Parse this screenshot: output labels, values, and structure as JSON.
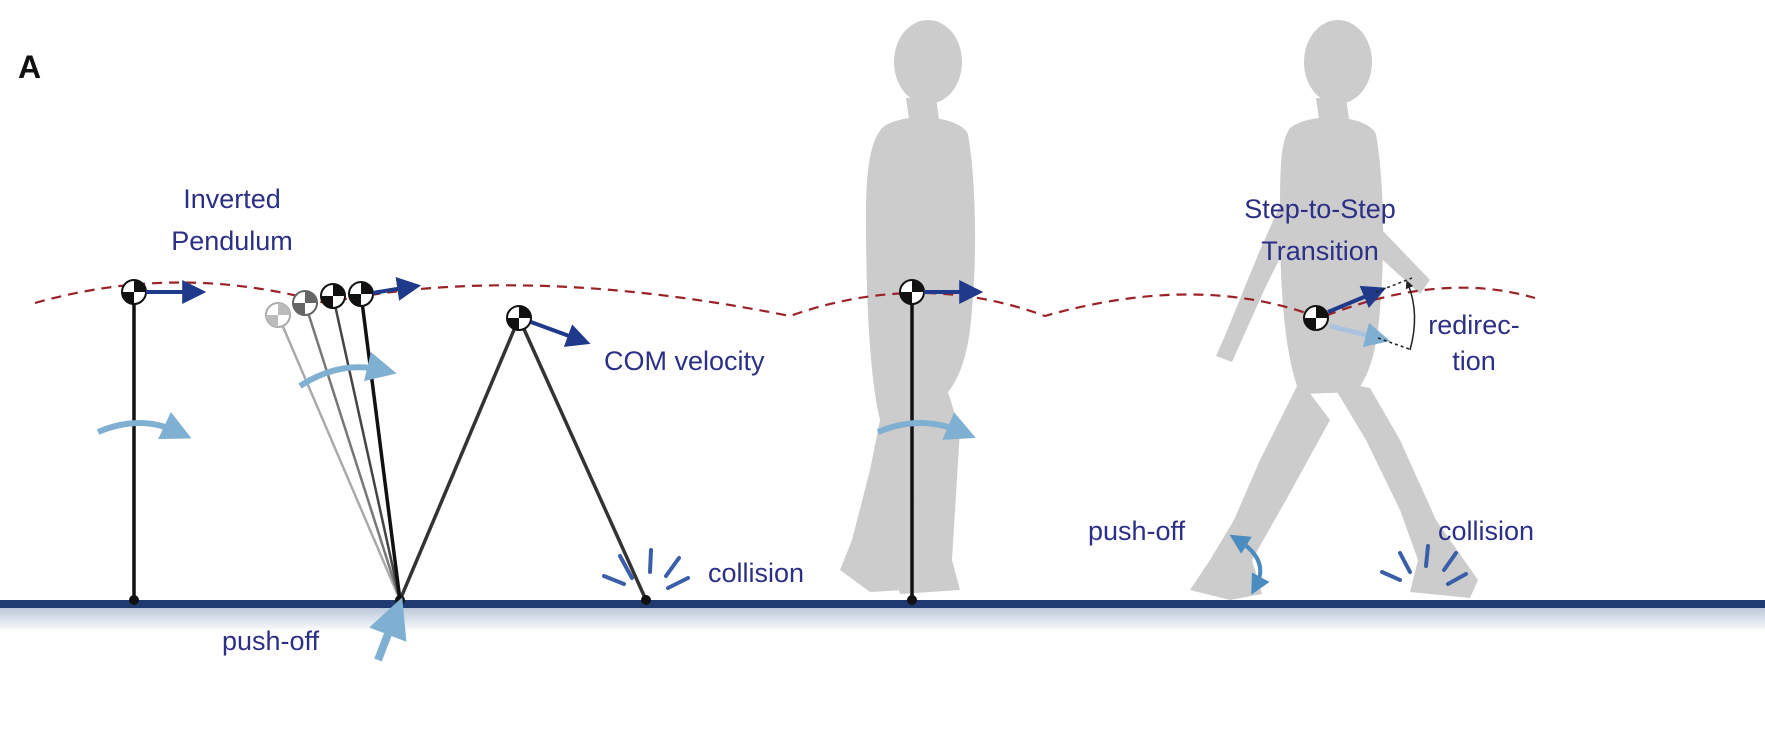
{
  "panel_label": "A",
  "labels": {
    "inverted_pendulum_line1": "Inverted",
    "inverted_pendulum_line2": "Pendulum",
    "com_velocity": "COM velocity",
    "collision_left": "collision",
    "push_off_bottom": "push-off",
    "step_to_step_line1": "Step-to-Step",
    "step_to_step_line2": "Transition",
    "redirection_line1": "redirec-",
    "redirection_line2": "tion",
    "push_off_right": "push-off",
    "collision_right": "collision"
  },
  "colors": {
    "label_text": "#2b2f86",
    "velocity_arrow": "#1f3a8a",
    "rotation_arrow": "#7fb0d2",
    "com_path": "#9b2226",
    "ground": "#1e3a6e",
    "silhouette": "#cccccc",
    "leg": "#111111"
  }
}
